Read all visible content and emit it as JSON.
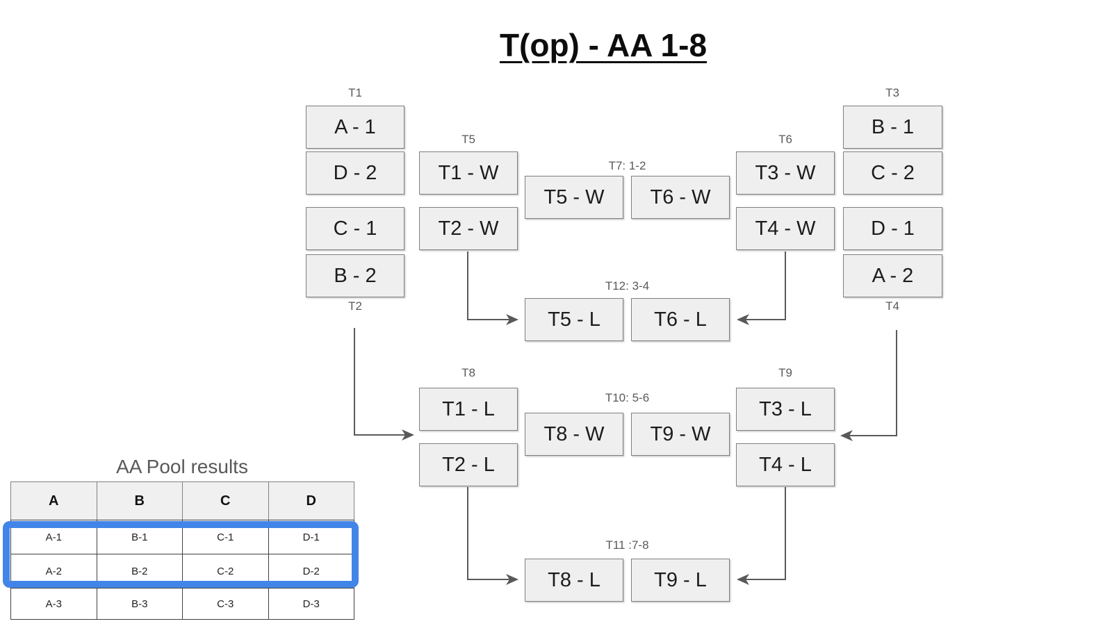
{
  "title": "T(op) - AA 1-8",
  "colors": {
    "box_fill": "#efefef",
    "box_border": "#7f7f7f",
    "label_gray": "#595959",
    "arrow": "#595959",
    "highlight_blue": "#4285e8",
    "table_header_bg": "#f0f0f0"
  },
  "bracket": {
    "pool_left": {
      "top_label": "T1",
      "bottom_label": "T2",
      "slots": [
        "A - 1",
        "D - 2",
        "C - 1",
        "B - 2"
      ]
    },
    "pool_right": {
      "top_label": "T3",
      "bottom_label": "T4",
      "slots": [
        "B - 1",
        "C - 2",
        "D - 1",
        "A - 2"
      ]
    },
    "t5": {
      "label": "T5",
      "slots": [
        "T1 - W",
        "T2 - W"
      ]
    },
    "t6": {
      "label": "T6",
      "slots": [
        "T3 - W",
        "T4 - W"
      ]
    },
    "t7": {
      "label": "T7: 1-2",
      "slots": [
        "T5 - W",
        "T6 - W"
      ]
    },
    "t12": {
      "label": "T12: 3-4",
      "slots": [
        "T5 - L",
        "T6 - L"
      ]
    },
    "t8": {
      "label": "T8",
      "slots": [
        "T1 - L",
        "T2 - L"
      ]
    },
    "t9": {
      "label": "T9",
      "slots": [
        "T3 - L",
        "T4 - L"
      ]
    },
    "t10": {
      "label": "T10: 5-6",
      "slots": [
        "T8 - W",
        "T9 - W"
      ]
    },
    "t11": {
      "label": "T11 :7-8",
      "slots": [
        "T8 - L",
        "T9 - L"
      ]
    }
  },
  "pool_table": {
    "title": "AA Pool results",
    "columns": [
      "A",
      "B",
      "C",
      "D"
    ],
    "rows": [
      [
        "A-1",
        "B-1",
        "C-1",
        "D-1"
      ],
      [
        "A-2",
        "B-2",
        "C-2",
        "D-2"
      ],
      [
        "A-3",
        "B-3",
        "C-3",
        "D-3"
      ]
    ],
    "highlighted_row_indexes": [
      0,
      1
    ]
  }
}
